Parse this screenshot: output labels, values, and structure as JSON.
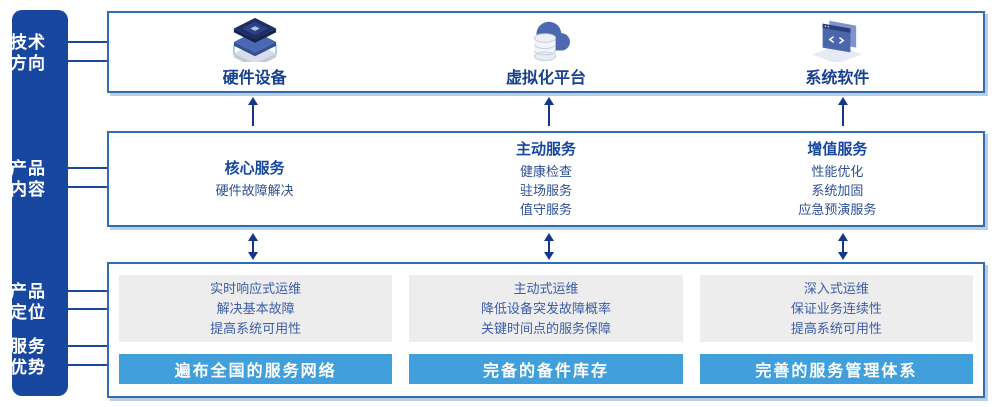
{
  "colors": {
    "rail_blue": "#17479E",
    "box_border_blue": "#2F6CB3",
    "box_shadow_blue": "#B9CDE6",
    "heading_navy": "#17479E",
    "body_text_blue": "#2D4F93",
    "gray_panel": "#EDEDED",
    "banner_blue": "#41A0DC",
    "arrow_navy": "#16368C"
  },
  "sidebar": {
    "labels": [
      "技术方向",
      "产品内容",
      "产品定位",
      "服务优势"
    ]
  },
  "tech_row": {
    "items": [
      {
        "icon": "server-stack-icon",
        "label": "硬件设备"
      },
      {
        "icon": "cloud-database-icon",
        "label": "虚拟化平台"
      },
      {
        "icon": "code-window-icon",
        "label": "系统软件"
      }
    ]
  },
  "services_row": {
    "columns": [
      {
        "heading": "核心服务",
        "items": [
          "硬件故障解决"
        ]
      },
      {
        "heading": "主动服务",
        "items": [
          "健康检查",
          "驻场服务",
          "值守服务"
        ]
      },
      {
        "heading": "增值服务",
        "items": [
          "性能优化",
          "系统加固",
          "应急预演服务"
        ]
      }
    ]
  },
  "positioning_row": {
    "columns": [
      {
        "lines": [
          "实时响应式运维",
          "解决基本故障",
          "提高系统可用性"
        ],
        "banner": "遍布全国的服务网络"
      },
      {
        "lines": [
          "主动式运维",
          "降低设备突发故障概率",
          "关键时间点的服务保障"
        ],
        "banner": "完备的备件库存"
      },
      {
        "lines": [
          "深入式运维",
          "保证业务连续性",
          "提高系统可用性"
        ],
        "banner": "完善的服务管理体系"
      }
    ]
  }
}
